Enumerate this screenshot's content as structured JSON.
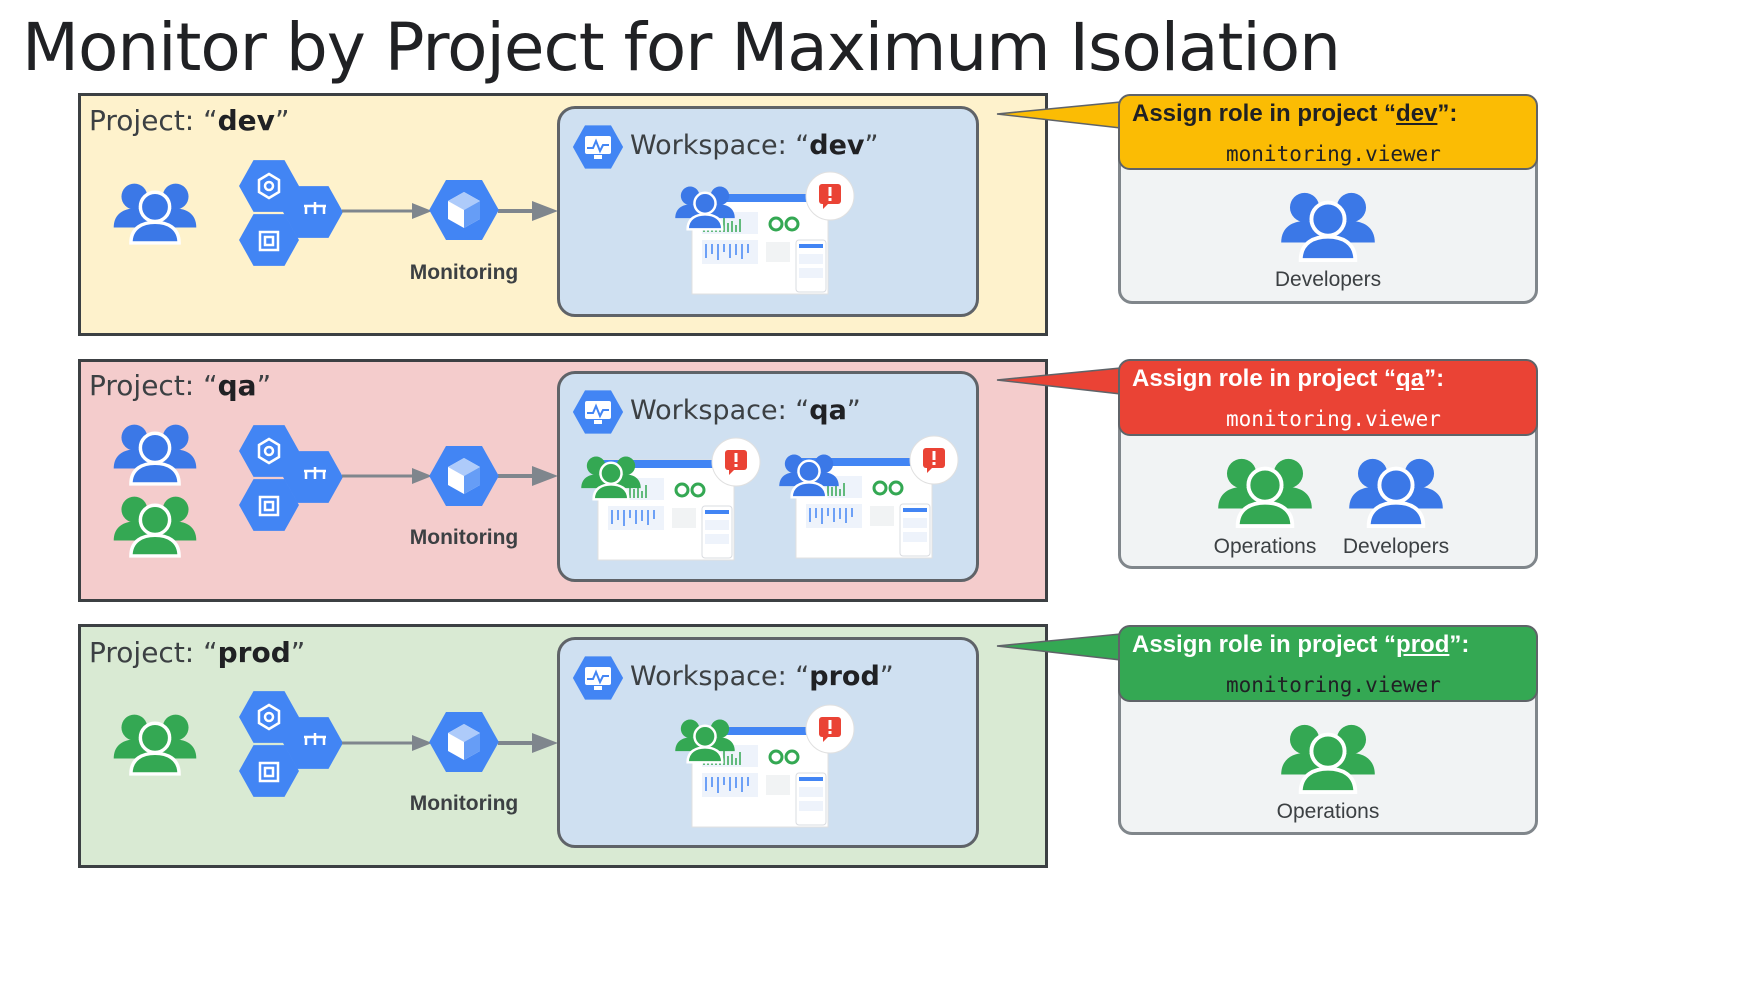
{
  "title": "Monitor by Project for Maximum Isolation",
  "icons": {
    "team": "people-group-icon",
    "gke": "kubernetes-engine-hexagon-icon",
    "lb": "network-hexagon-icon",
    "compute": "compute-engine-hexagon-icon",
    "monitoring": "stackdriver-monitoring-hexagon-icon",
    "workspace": "workspace-monitor-icon",
    "alert": "alert-exclamation-icon"
  },
  "colors": {
    "blue_team": "#3b78e7",
    "green_team": "#34a853",
    "google_blue": "#4285f4",
    "dev": "#fbbc04",
    "qa": "#ea4335",
    "prod": "#34a853",
    "panel_dev_bg": "#fef2cc",
    "panel_qa_bg": "#f4cccc",
    "panel_prod_bg": "#d9ead3",
    "workspace_bg": "#cfe0f1"
  },
  "projects": [
    {
      "id": "dev",
      "label_prefix": "Project: “",
      "label_name": "dev",
      "label_suffix": "”",
      "monitoring_label": "Monitoring",
      "workspace_prefix": "Workspace: “",
      "workspace_name": "dev",
      "workspace_suffix": "”",
      "role": {
        "title_prefix": "Assign role in project “",
        "title_project": "dev",
        "title_suffix": "”:",
        "value": "monitoring.viewer",
        "teams": [
          "Developers"
        ]
      }
    },
    {
      "id": "qa",
      "label_prefix": "Project: “",
      "label_name": "qa",
      "label_suffix": "”",
      "monitoring_label": "Monitoring",
      "workspace_prefix": "Workspace: “",
      "workspace_name": "qa",
      "workspace_suffix": "”",
      "role": {
        "title_prefix": "Assign role in project “",
        "title_project": "qa",
        "title_suffix": "”:",
        "value": "monitoring.viewer",
        "teams": [
          "Operations",
          "Developers"
        ]
      }
    },
    {
      "id": "prod",
      "label_prefix": "Project: “",
      "label_name": "prod",
      "label_suffix": "”",
      "monitoring_label": "Monitoring",
      "workspace_prefix": "Workspace: “",
      "workspace_name": "prod",
      "workspace_suffix": "”",
      "role": {
        "title_prefix": "Assign role in project “",
        "title_project": "prod",
        "title_suffix": "”:",
        "value": "monitoring.viewer",
        "teams": [
          "Operations"
        ]
      }
    }
  ]
}
